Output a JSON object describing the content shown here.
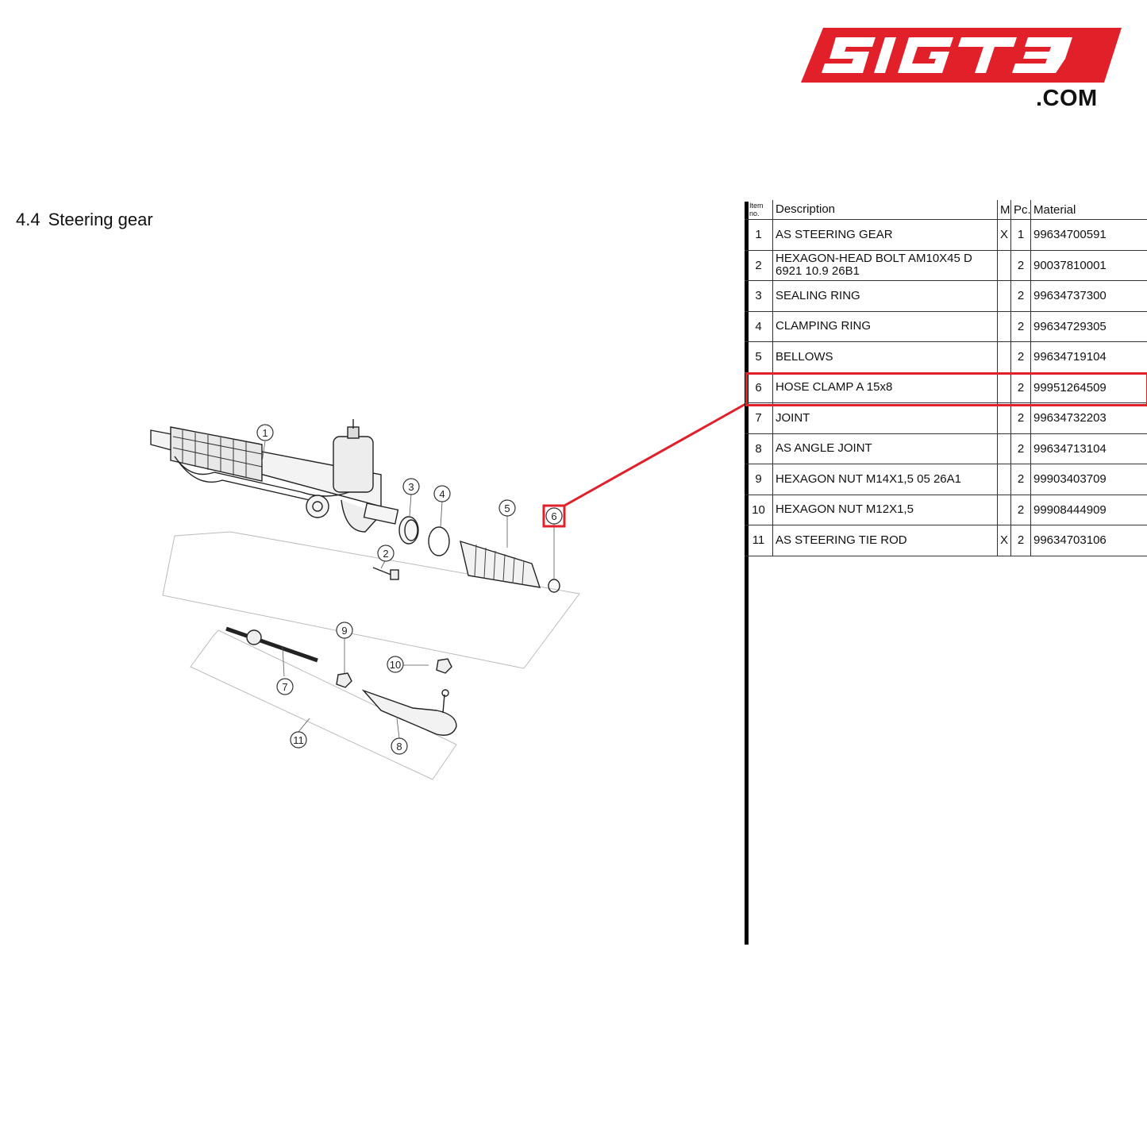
{
  "logo": {
    "brand": "SIGT3",
    "domain": ".COM"
  },
  "section": {
    "number": "4.4",
    "title": "Steering gear"
  },
  "table": {
    "headers": {
      "item": "Item no.",
      "description": "Description",
      "m": "M",
      "pc": "Pc.",
      "material": "Material"
    },
    "rows": [
      {
        "item": "1",
        "description": "AS STEERING GEAR",
        "m": "X",
        "pc": "1",
        "material": "99634700591"
      },
      {
        "item": "2",
        "description": "HEXAGON-HEAD BOLT AM10X45 D 6921 10.9 26B1",
        "m": "",
        "pc": "2",
        "material": "90037810001"
      },
      {
        "item": "3",
        "description": "SEALING RING",
        "m": "",
        "pc": "2",
        "material": "99634737300"
      },
      {
        "item": "4",
        "description": "CLAMPING RING",
        "m": "",
        "pc": "2",
        "material": "99634729305"
      },
      {
        "item": "5",
        "description": "BELLOWS",
        "m": "",
        "pc": "2",
        "material": "99634719104"
      },
      {
        "item": "6",
        "description": "HOSE CLAMP A 15x8",
        "m": "",
        "pc": "2",
        "material": "99951264509"
      },
      {
        "item": "7",
        "description": "JOINT",
        "m": "",
        "pc": "2",
        "material": "99634732203"
      },
      {
        "item": "8",
        "description": "AS ANGLE JOINT",
        "m": "",
        "pc": "2",
        "material": "99634713104"
      },
      {
        "item": "9",
        "description": "HEXAGON NUT M14X1,5 05 26A1",
        "m": "",
        "pc": "2",
        "material": "99903403709"
      },
      {
        "item": "10",
        "description": "HEXAGON NUT M12X1,5",
        "m": "",
        "pc": "2",
        "material": "99908444909"
      },
      {
        "item": "11",
        "description": "AS STEERING TIE ROD",
        "m": "X",
        "pc": "2",
        "material": "99634703106"
      }
    ],
    "highlighted_item": "6"
  },
  "diagram": {
    "callouts": [
      "1",
      "2",
      "3",
      "4",
      "5",
      "6",
      "7",
      "8",
      "9",
      "10",
      "11"
    ]
  },
  "colors": {
    "accent": "#e2202a",
    "text": "#111111"
  }
}
